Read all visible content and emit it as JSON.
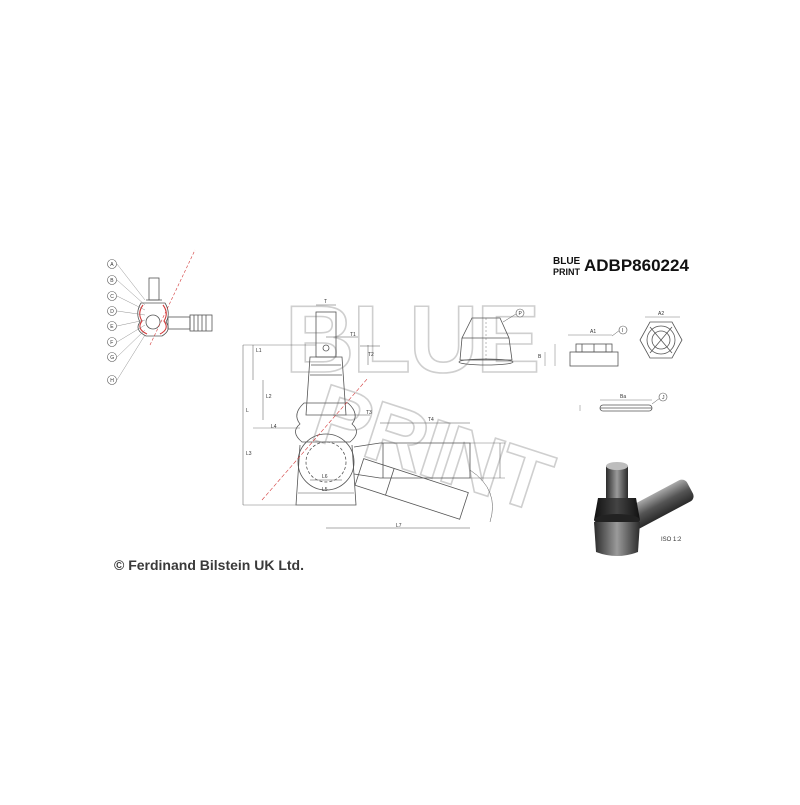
{
  "brand": {
    "logo_line1": "BLUE",
    "logo_line2": "PRINT",
    "watermark_line1": "BLUE",
    "watermark_line2": "PRINT"
  },
  "part_number": "ADBP860224",
  "copyright": "© Ferdinand Bilstein UK Ltd.",
  "iso_label": "ISO 1:2",
  "section_labels": [
    "A",
    "B",
    "C",
    "D",
    "E",
    "F",
    "G",
    "H"
  ],
  "callouts": [
    "P",
    "I",
    "J"
  ],
  "dims": {
    "main": [
      "T",
      "T1",
      "T2",
      "T3",
      "T4",
      "L",
      "L1",
      "L2",
      "L3",
      "L4",
      "L5",
      "L6",
      "L7"
    ],
    "nut": [
      "A1",
      "A2",
      "B"
    ],
    "pin": [
      "Ba"
    ]
  },
  "colors": {
    "line": "#555555",
    "red": "#d23a3a",
    "watermark": "#c8c8c8",
    "photo_dark": "#1a1a1a"
  }
}
